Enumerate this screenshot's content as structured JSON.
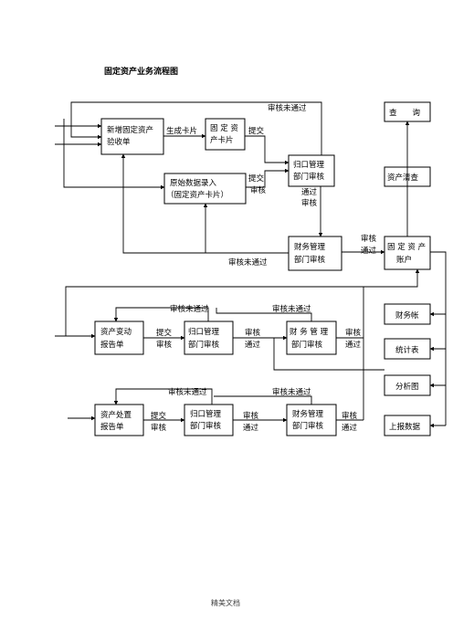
{
  "title": "固定资产业务流程图",
  "footer": "精美文档",
  "boxes": {
    "new_asset": [
      "新增固定资产",
      "验收单"
    ],
    "asset_card": [
      "固 定 资",
      "产卡片"
    ],
    "raw_entry": [
      "原始数据录入",
      "（固定资产卡片）"
    ],
    "dept_review_1": [
      "归口管理",
      "部门审核"
    ],
    "finance_review_1": [
      "财务管理",
      "部门审核"
    ],
    "fixed_account": [
      "固 定 资 产",
      "账户"
    ],
    "query": [
      "查　　询"
    ],
    "inventory": [
      "资产清查"
    ],
    "change_report": [
      "资产变动",
      "报告单"
    ],
    "dept_review_2": [
      "归口管理",
      "部门审核"
    ],
    "finance_review_2": [
      "财 务 管 理",
      "部门审核"
    ],
    "disposal_report": [
      "资产处置",
      "报告单"
    ],
    "dept_review_3": [
      "归口管理",
      "部门审核"
    ],
    "finance_review_3": [
      "财务管理",
      "部门审核"
    ],
    "finance_ledger": [
      "财务帐"
    ],
    "stats_table": [
      "统计表"
    ],
    "analysis_chart": [
      "分析图"
    ],
    "report_data": [
      "上报数据"
    ]
  },
  "labels": {
    "reject_top": "审核未通过",
    "generate_card": "生成卡片",
    "submit_1": "提交",
    "submit_2": "提交",
    "review_small_1": "审核",
    "pass_review": [
      "通过",
      "审核"
    ],
    "review_pass_1": [
      "审核",
      "通过"
    ],
    "reject_mid": "审核未通过",
    "reject_2a": "审核未通过",
    "reject_2b": "审核未通过",
    "submit_review_2": [
      "提交",
      "审核"
    ],
    "review_pass_2a": [
      "审核",
      "通过"
    ],
    "review_pass_2b": [
      "审核",
      "通过"
    ],
    "reject_3a": "审核未通过",
    "reject_3b": "审核未通过",
    "submit_review_3": [
      "提交",
      "审核"
    ],
    "review_pass_3a": [
      "审核",
      "通过"
    ],
    "review_pass_3b": [
      "审核",
      "通过"
    ]
  }
}
